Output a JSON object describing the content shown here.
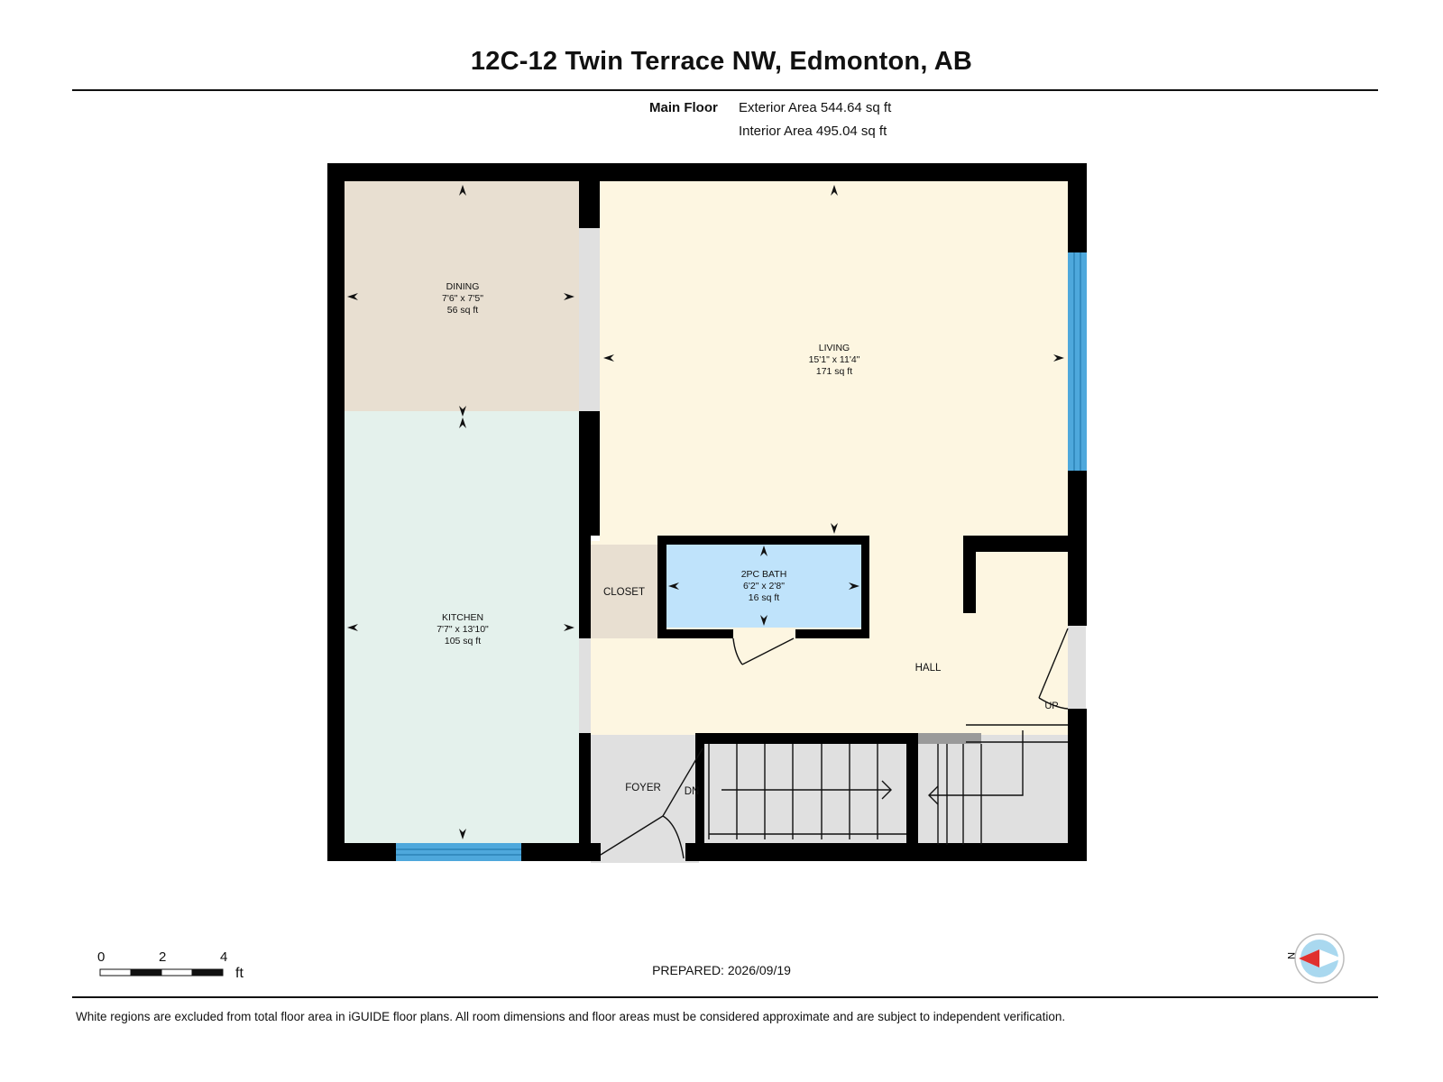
{
  "header": {
    "title": "12C-12 Twin Terrace NW, Edmonton, AB"
  },
  "areas": {
    "floor_label": "Main Floor",
    "exterior": "Exterior Area 544.64 sq ft",
    "interior": "Interior Area 495.04 sq ft"
  },
  "rooms": {
    "dining": {
      "name": "DINING",
      "dims": "7'6\" x 7'5\"",
      "area": "56 sq ft"
    },
    "living": {
      "name": "LIVING",
      "dims": "15'1\" x 11'4\"",
      "area": "171 sq ft"
    },
    "kitchen": {
      "name": "KITCHEN",
      "dims": "7'7\" x 13'10\"",
      "area": "105 sq ft"
    },
    "bath": {
      "name": "2PC BATH",
      "dims": "6'2\" x 2'8\"",
      "area": "16 sq ft"
    },
    "closet": {
      "name": "CLOSET"
    },
    "hall": {
      "name": "HALL"
    },
    "foyer": {
      "name": "FOYER"
    },
    "stairs_down": "DN",
    "stairs_up": "UP"
  },
  "scale": {
    "ticks": [
      "0",
      "2",
      "4"
    ],
    "unit": "ft"
  },
  "compass": {
    "label": "N",
    "accent": "#e0312f",
    "fill": "#a9d8ef"
  },
  "colors": {
    "dining": "#e8dfd1",
    "kitchen": "#e4f1ec",
    "living": "#fdf6e1",
    "bath": "#bfe3fb",
    "closet": "#e8dfd1",
    "foyer": "#e0e0e0",
    "window": "#4ea8dc",
    "wall": "#000000"
  },
  "footer": {
    "prepared": "PREPARED: 2026/09/19",
    "disclaimer": "White regions are excluded from total floor area in iGUIDE floor plans. All room dimensions and floor areas must be considered approximate and are subject to independent verification."
  }
}
